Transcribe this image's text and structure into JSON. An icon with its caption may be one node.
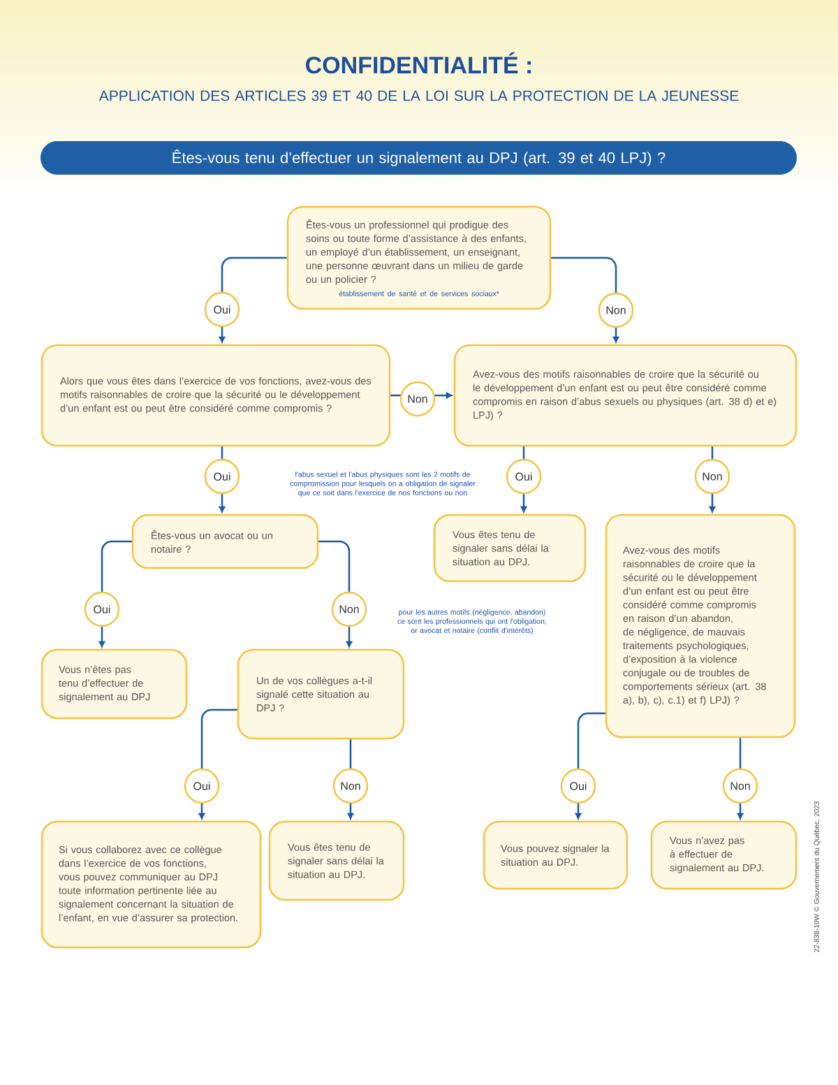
{
  "diagram": {
    "title": "CONFIDENTIALITÉ :",
    "nodes": [
      {
        "text": [
          "Êtes-vous tenu d’effectuer un signalement au DPJ (art. 39 et 40 LPJ) ?"
        ]
      },
      {
        "text": [
          "Êtes-vous un professionnel qui prodigue des soins ou toute forme d’assistance à des enfants, un employé d’un établissement, un enseignant, une personne œuvrant dans un milieu de garde ou un policier ?",
          "établissement de santé et de services sociaux*"
        ]
      },
      {
        "text": [
          "Alors que vous êtes dans l’exercice de vos fonctions, avez-vous des motifs raisonnables de croire que la sécurité ou le développement d’un enfant est ou peut être considéré comme compromis ?"
        ]
      },
      {
        "text": [
          "Avez-vous des motifs raisonnables de croire que la sécurité ou le développement d’un enfant est ou peut être considéré comme compromis en raison d’abus sexuels ou physiques (art. 38 d) et e) LPJ) ?"
        ]
      },
      {
        "text": [
          "Êtes-vous un avocat ou un notaire ?"
        ]
      },
      {
        "text": [
          "Vous êtes tenu de signaler sans délai la situation au DPJ."
        ]
      },
      {
        "text": [
          "Avez-vous des motifs raisonnables de croire que la sécurité ou le développement d’un enfant est ou peut être considéré comme compromis en raison d’un abandon, de négligence, de mauvais traitements psychologiques, d’exposition à la violence conjugale ou de troubles de comportements sérieux (art. 38 a), b), c), c.1) et f) LPJ) ?"
        ]
      },
      {
        "text": [
          "Vous n’êtes pas tenu d’effectuer de signalement au DPJ"
        ]
      },
      {
        "text": [
          "Un de vos collègues a-t-il signalé cette situation au DPJ ?"
        ]
      },
      {
        "text": [
          "Si vous collaborez avec ce collègue dans l’exercice de vos fonctions, vous pouvez communiquer au DPJ toute information pertinente liée au signalement concernant la situation de l’enfant, en vue d’assurer sa protection."
        ]
      },
      {
        "text": [
          "Vous êtes tenu de signaler sans délai la situation au DPJ."
        ]
      },
      {
        "text": [
          "Vous pouvez signaler la situation au DPJ."
        ]
      },
      {
        "text": [
          "Vous n’avez pas à effectuer de signalement au DPJ."
        ]
      }
    ],
    "edges": [
      {
        "from": 1,
        "to": 2,
        "arrow": "to",
        "label": "Oui"
      },
      {
        "from": 1,
        "to": 3,
        "arrow": "to",
        "label": "Non"
      },
      {
        "from": 2,
        "to": 3,
        "arrow": "to",
        "label": "Non"
      },
      {
        "from": 2,
        "to": 4,
        "arrow": "to",
        "label": "Oui"
      },
      {
        "from": 3,
        "to": 5,
        "arrow": "to",
        "label": "Oui"
      },
      {
        "from": 3,
        "to": 6,
        "arrow": "to",
        "label": "Non"
      },
      {
        "from": 4,
        "to": 7,
        "arrow": "to",
        "label": "Oui"
      },
      {
        "from": 4,
        "to": 8,
        "arrow": "to",
        "label": "Non"
      },
      {
        "from": 8,
        "to": 9,
        "arrow": "to",
        "label": "Oui"
      },
      {
        "from": 8,
        "to": 10,
        "arrow": "to",
        "label": "Non"
      },
      {
        "from": 6,
        "to": 11,
        "arrow": "to",
        "label": "Oui"
      },
      {
        "from": 6,
        "to": 12,
        "arrow": "to",
        "label": "Non"
      }
    ],
    "labels": [
      "APPLICATION DES ARTICLES 39 ET 40 DE LA LOI SUR LA PROTECTION DE LA JEUNESSE",
      "l'abus sexuel et l'abus physiques sont les 2 motifs de compromission pour lesquels on a obligation de signaler que ce soit dans l'exercice de nos fonctions ou non",
      "pour les autres motifs (négligence, abandon) ce sont les professionnels qui ont l'obligation, or avocat et notaire (conflit d'intérêts)",
      "22-838-10W © Gouvernement du Québec, 2023"
    ]
  }
}
